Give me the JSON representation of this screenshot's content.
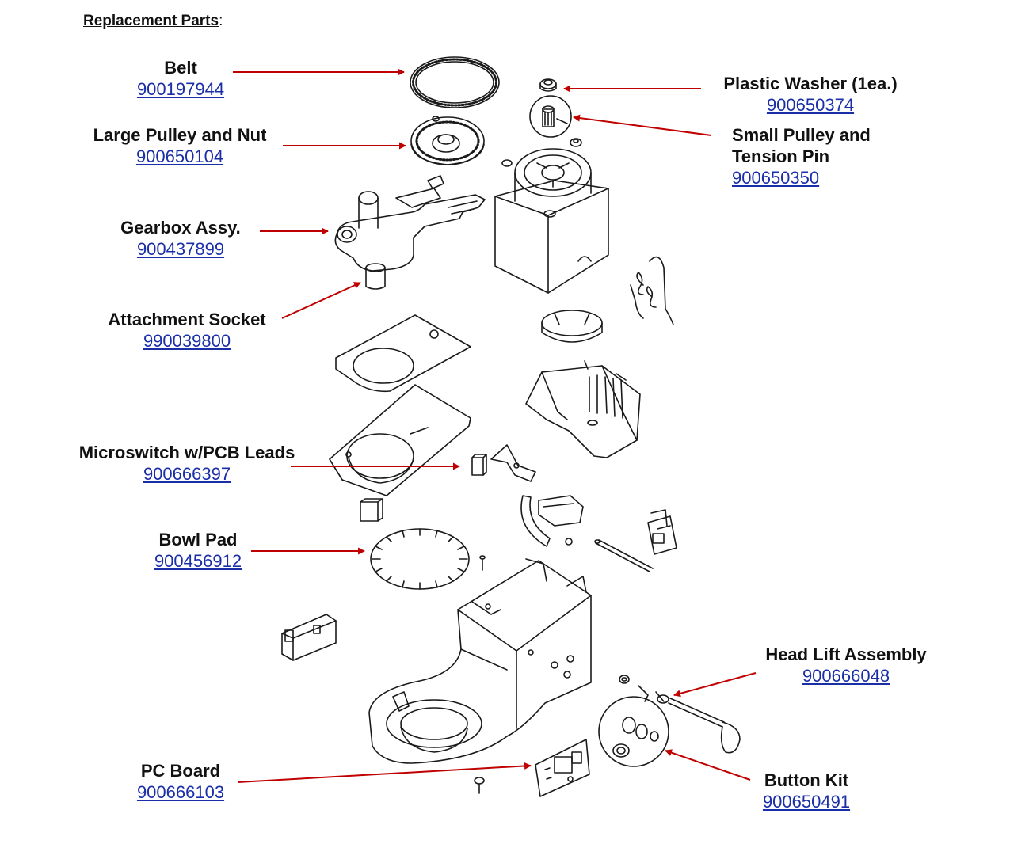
{
  "heading": {
    "label": "Replacement Parts",
    "suffix": ":"
  },
  "parts": [
    {
      "name": "Belt",
      "number": "900197944"
    },
    {
      "name": "Large Pulley and Nut",
      "number": "900650104"
    },
    {
      "name": "Gearbox Assy.",
      "number": "900437899"
    },
    {
      "name": "Attachment Socket",
      "number": "990039800"
    },
    {
      "name": "Microswitch w/PCB Leads",
      "number": "900666397"
    },
    {
      "name": "Bowl Pad",
      "number": "900456912"
    },
    {
      "name": "PC Board",
      "number": "900666103"
    },
    {
      "name": "Plastic Washer (1ea.)",
      "number": "900650374"
    },
    {
      "name_line1": "Small Pulley and",
      "name_line2": "Tension Pin",
      "number": "900650350"
    },
    {
      "name": "Head Lift Assembly",
      "number": "900666048"
    },
    {
      "name": "Button Kit",
      "number": "900650491"
    }
  ],
  "colors": {
    "arrow": "#c00000",
    "link": "#1a2ea8",
    "drawing": "#1a1a1a"
  }
}
